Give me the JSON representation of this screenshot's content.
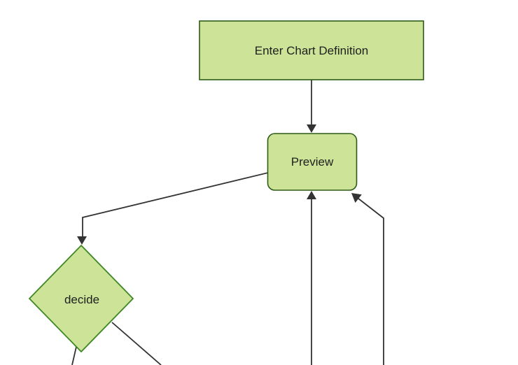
{
  "diagram": {
    "type": "flowchart-top-down",
    "nodes": [
      {
        "id": "enter-chart-definition",
        "label": "Enter Chart Definition",
        "shape": "rectangle"
      },
      {
        "id": "preview",
        "label": "Preview",
        "shape": "rounded-rectangle"
      },
      {
        "id": "decide",
        "label": "decide",
        "shape": "diamond"
      }
    ],
    "edges": [
      {
        "from": "enter-chart-definition",
        "to": "preview",
        "arrow": true
      },
      {
        "from": "preview",
        "to": "decide",
        "arrow": true
      },
      {
        "from": "offscreen-bottom",
        "to": "preview",
        "arrow": true
      },
      {
        "from": "offscreen-bottom-right",
        "to": "preview",
        "arrow": true
      },
      {
        "from": "decide",
        "to": "offscreen-bottom-left",
        "arrow": false
      },
      {
        "from": "decide",
        "to": "offscreen-bottom-right",
        "arrow": false
      }
    ],
    "colors": {
      "background": "#ffffff",
      "node_fill": "#cde498",
      "node_border": "#2d5c16",
      "diamond_border": "#3f8724",
      "edge": "#333333",
      "text": "#1f1f1f"
    }
  }
}
